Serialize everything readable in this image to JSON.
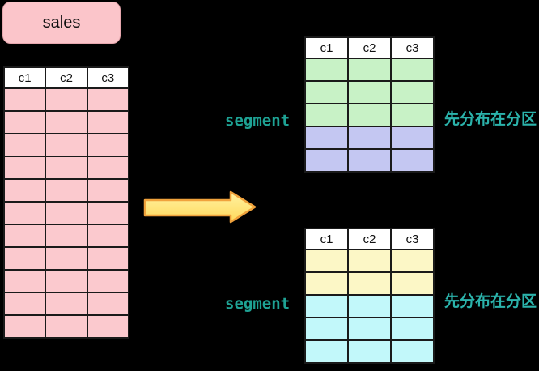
{
  "diagram": {
    "source_box": {
      "label": "sales"
    },
    "segment_labels": {
      "top": "segment",
      "bottom": "segment"
    },
    "partition_notes": {
      "top": "先分布在分区",
      "bottom": "先分布在分区"
    }
  },
  "tables": {
    "sales": {
      "headers": [
        "c1",
        "c2",
        "c3"
      ],
      "row_groups": [
        {
          "name": "sales-rows",
          "color": "#fbc9ce",
          "rows": 11
        }
      ]
    },
    "segment_top": {
      "headers": [
        "c1",
        "c2",
        "c3"
      ],
      "row_groups": [
        {
          "name": "partition-green",
          "color": "#c8f2c6",
          "rows": 3
        },
        {
          "name": "partition-purple",
          "color": "#c4c7f2",
          "rows": 2
        }
      ]
    },
    "segment_bottom": {
      "headers": [
        "c1",
        "c2",
        "c3"
      ],
      "row_groups": [
        {
          "name": "partition-yellow",
          "color": "#fcf7c6",
          "rows": 2
        },
        {
          "name": "partition-cyan",
          "color": "#c2f8fa",
          "rows": 3
        }
      ]
    }
  },
  "colors": {
    "background": "#000000",
    "sales-box-fill": "#fbc5ca",
    "sales-box-border": "#e6a7ae",
    "table-border": "#1a1a1a",
    "header-bg": "#ffffff",
    "segment-text": "#1ea294",
    "note-text": "#2bb3ab",
    "arrow-fill-top": "#fff2a2",
    "arrow-fill-bottom": "#ffd95c",
    "arrow-border": "#f0a23c"
  }
}
